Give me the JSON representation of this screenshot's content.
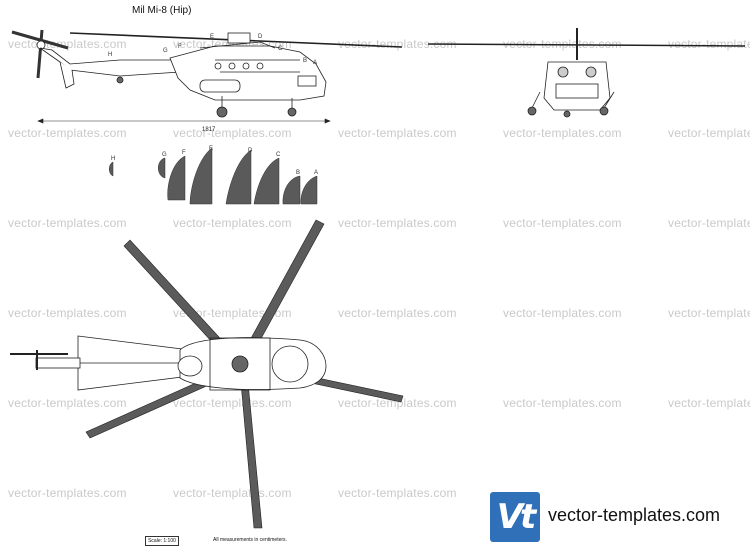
{
  "title": "Mil Mi-8 (Hip)",
  "watermark_text": "vector-templates.com",
  "dimension_label": "1817",
  "section_letters": [
    "A",
    "B",
    "C",
    "D",
    "E",
    "F",
    "G",
    "H"
  ],
  "scale_label": "Scale: 1:100",
  "measurement_note": "All measurements in centimeters.",
  "brand": {
    "logo_text": "Vt",
    "url": "vector-templates.com",
    "color": "#2f70b8"
  },
  "colors": {
    "section_fill": "#5a5a5a",
    "blade_fill": "#5b5b5b",
    "line": "#222222",
    "watermark": "#c9c9c9"
  }
}
